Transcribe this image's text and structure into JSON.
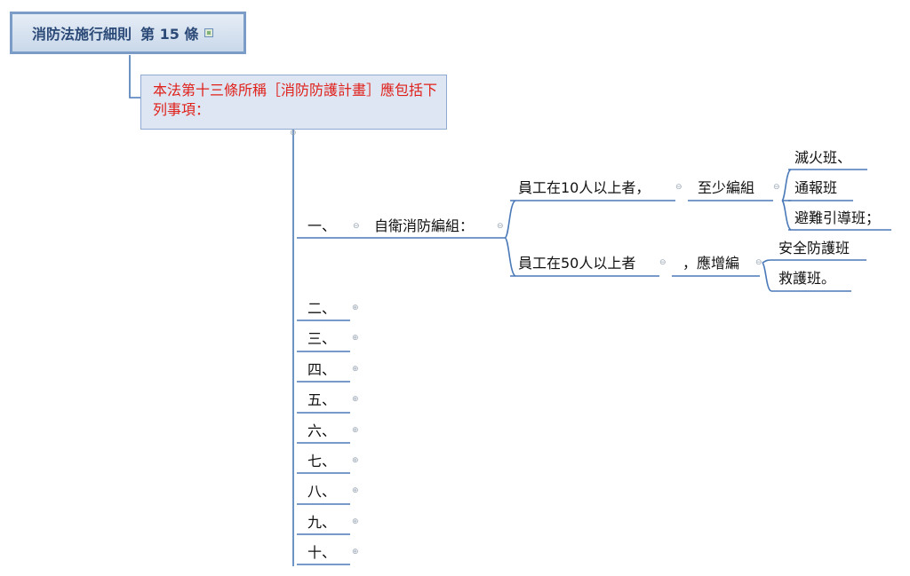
{
  "root": {
    "title": "消防法施行細則",
    "article": "第 15 條"
  },
  "subtopic": {
    "text": "本法第十三條所稱［消防防護計畫］應包括下列事項："
  },
  "items": {
    "one": "一、",
    "others": [
      "二、",
      "三、",
      "四、",
      "五、",
      "六、",
      "七、",
      "八、",
      "九、",
      "十、"
    ]
  },
  "self_defense": {
    "label": "自衛消防編組："
  },
  "branch_10": {
    "label": "員工在10人以上者，",
    "connector": "至少編組",
    "teams": [
      "滅火班、",
      "通報班",
      "避難引導班；"
    ]
  },
  "branch_50": {
    "label": "員工在50人以上者",
    "connector": "，應增編",
    "teams": [
      "安全防護班",
      "救護班。"
    ]
  },
  "colors": {
    "line": "#4a79b8",
    "title_text": "#2c4a78",
    "subtopic_text": "#e0201b",
    "box_border": "#7a9cc6"
  },
  "icons": {
    "expand": "expand-box-icon",
    "collapse": "collapse-circle-icon",
    "plus": "plus-circle-icon"
  }
}
